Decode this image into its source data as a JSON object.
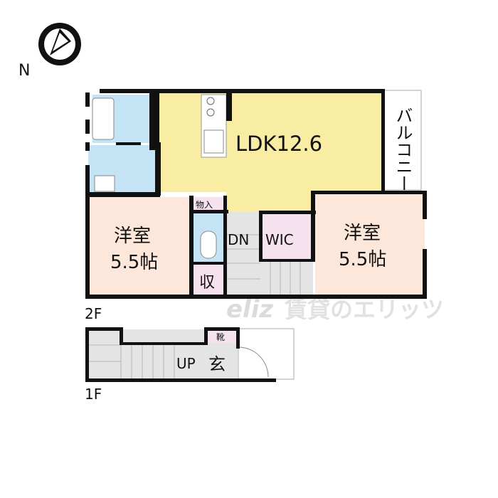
{
  "compass": {
    "label": "N",
    "icon": "north-arrow-icon"
  },
  "watermark": {
    "logo": "eliz",
    "text": "賃貸のエリッツ"
  },
  "floors": {
    "second": {
      "label": "2F",
      "rooms": {
        "ldk": "LDK12.6",
        "bedroom1_name": "洋室",
        "bedroom1_size": "5.5帖",
        "bedroom2_name": "洋室",
        "bedroom2_size": "5.5帖",
        "closet": "物入",
        "storage": "収",
        "stairs": "DN",
        "wic": "WIC",
        "balcony": "バルコニー"
      }
    },
    "first": {
      "label": "1F",
      "rooms": {
        "stairs": "UP",
        "entrance": "玄",
        "shoe_box": "靴"
      }
    }
  },
  "colors": {
    "ldk": "#f8eda2",
    "bedroom": "#fce7da",
    "water": "#c4e4f6",
    "storage": "#f6e1ee",
    "stairs": "#e4e4e4",
    "wall": "#111111"
  }
}
